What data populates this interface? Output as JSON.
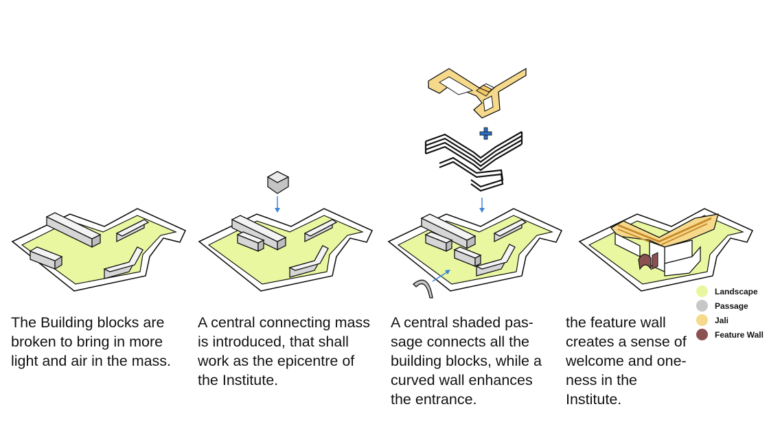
{
  "colors": {
    "landscape": "#e8f7a0",
    "passage": "#c7c7c7",
    "block_top": "#f4f4f4",
    "block_side": "#d2d2d2",
    "jali": "#f6d98a",
    "jali_dark": "#c98a2c",
    "feature_wall": "#8b5151",
    "arrow": "#3a86d6",
    "plus": "#2f6fc4",
    "outline": "#111111"
  },
  "steps": [
    {
      "lines": [
        "The Building blocks are",
        "broken to bring in more",
        "light and air in the mass."
      ]
    },
    {
      "lines": [
        "A central connecting mass",
        "is introduced, that shall",
        "work as the epicentre of",
        "the Institute."
      ]
    },
    {
      "lines": [
        "A central shaded pas-",
        "sage connects all the",
        "building blocks, while a",
        "curved wall enhances",
        "the entrance."
      ]
    },
    {
      "lines": [
        "the feature wall",
        "creates a sense of",
        "welcome and one-",
        "ness in the",
        "Institute."
      ]
    }
  ],
  "legend": [
    {
      "label": "Landscape",
      "color": "#e8f7a0"
    },
    {
      "label": "Passage",
      "color": "#c7c7c7"
    },
    {
      "label": "Jali",
      "color": "#f6d98a"
    },
    {
      "label": "Feature Wall",
      "color": "#8b5151"
    }
  ]
}
